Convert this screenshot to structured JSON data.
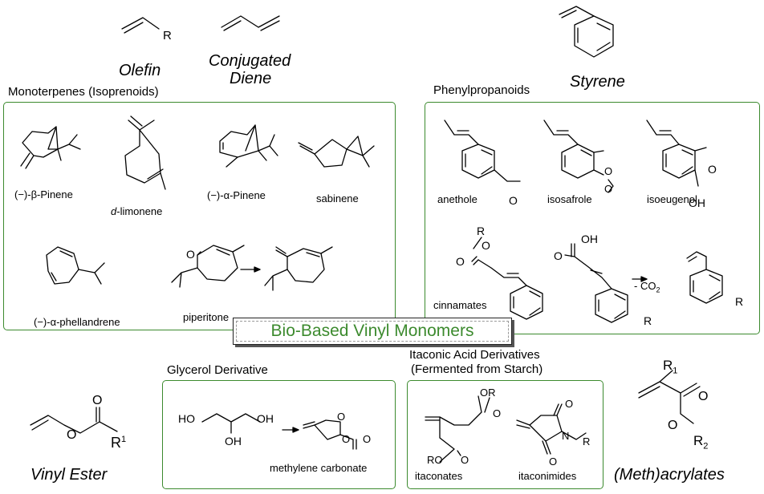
{
  "title": "Bio-Based Vinyl Monomers",
  "classes": {
    "olefin": "Olefin",
    "conjugated_diene": [
      "Conjugated",
      "Diene"
    ],
    "styrene": "Styrene",
    "vinyl_ester": "Vinyl Ester",
    "methacrylates": "(Meth)acrylates"
  },
  "groups": {
    "monoterpenes": "Monoterpenes (Isoprenoids)",
    "phenylpropanoids": "Phenylpropanoids",
    "glycerol": "Glycerol Derivative",
    "itaconic": [
      "Itaconic Acid Derivatives",
      "(Fermented from Starch)"
    ]
  },
  "compounds": {
    "beta_pinene": "(−)-β-Pinene",
    "d_prefix": "d",
    "limonene": "-limonene",
    "alpha_pinene": "(−)-α-Pinene",
    "sabinene": "sabinene",
    "phellandrene": "(−)-α-phellandrene",
    "piperitone": "piperitone",
    "anethole": "anethole",
    "isosafrole": "isosafrole",
    "isoeugenol": "isoeugenol",
    "cinnamates": "cinnamates",
    "methylene_carbonate": "methylene carbonate",
    "itaconates": "itaconates",
    "itaconimides": "itaconimides"
  },
  "atoms": {
    "R": "R",
    "O": "O",
    "OH": "OH",
    "HO": "HO",
    "OR": "OR",
    "RO": "RO",
    "N": "N",
    "R1_base": "R",
    "R1_sup": "1",
    "R1_sub": "1",
    "R2_sub": "2",
    "CO2": "- CO",
    "CO2_sub": "2"
  },
  "colors": {
    "accent": "#3c8a2e"
  }
}
